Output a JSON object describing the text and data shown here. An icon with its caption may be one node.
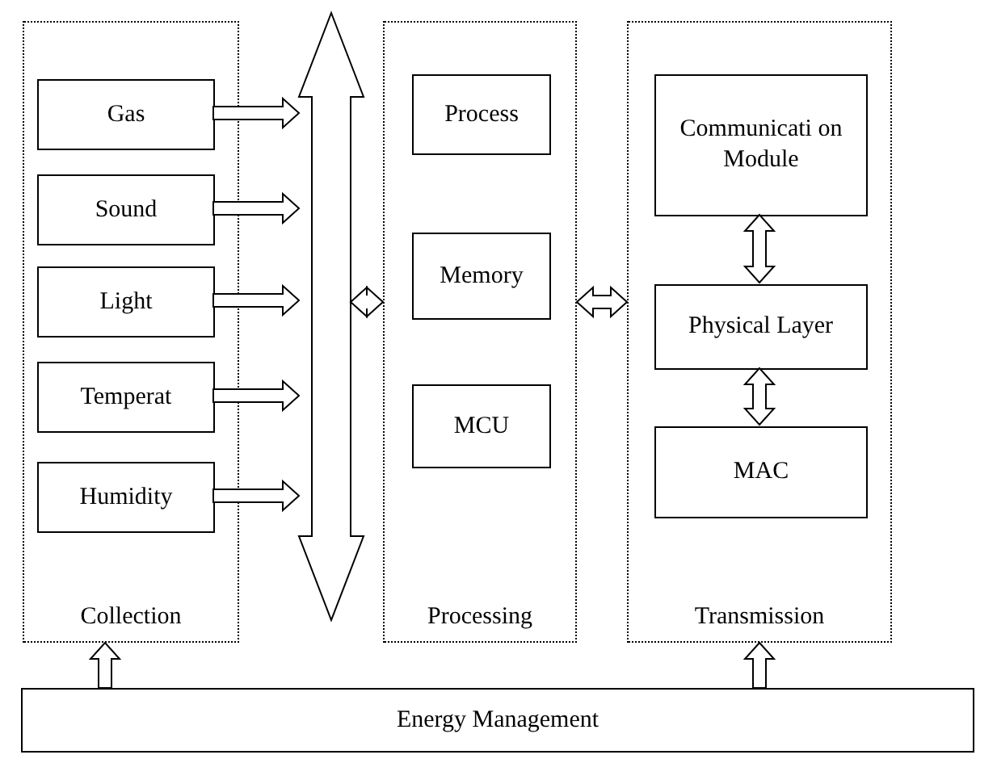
{
  "diagram": {
    "nodes": [
      {
        "text": [
          "Collection"
        ]
      },
      {
        "text": [
          "Gas"
        ],
        "in": 0
      },
      {
        "text": [
          "Sound"
        ],
        "in": 0
      },
      {
        "text": [
          "Light"
        ],
        "in": 0
      },
      {
        "text": [
          "Temperat"
        ],
        "in": 0
      },
      {
        "text": [
          "Humidity"
        ],
        "in": 0
      },
      {
        "text": [],
        "shape": "arrow"
      },
      {
        "text": [
          "Processing"
        ]
      },
      {
        "text": [
          "Process"
        ],
        "in": 7
      },
      {
        "text": [
          "Memory"
        ],
        "in": 7
      },
      {
        "text": [
          "MCU"
        ],
        "in": 7
      },
      {
        "text": [
          "Transmission"
        ]
      },
      {
        "text": [
          "Communicati on Module"
        ],
        "in": 11
      },
      {
        "text": [
          "Physical Layer"
        ],
        "in": 11
      },
      {
        "text": [
          "MAC"
        ],
        "in": 11
      },
      {
        "text": [
          "Energy Management"
        ]
      }
    ],
    "edges": [
      {
        "from": 1,
        "to": 6,
        "arrow": "to"
      },
      {
        "from": 2,
        "to": 6,
        "arrow": "to"
      },
      {
        "from": 3,
        "to": 6,
        "arrow": "to"
      },
      {
        "from": 4,
        "to": 6,
        "arrow": "to"
      },
      {
        "from": 5,
        "to": 6,
        "arrow": "to"
      },
      {
        "from": 6,
        "to": 7,
        "arrow": "both"
      },
      {
        "from": 7,
        "to": 11,
        "arrow": "both"
      },
      {
        "from": 12,
        "to": 13,
        "arrow": "both"
      },
      {
        "from": 13,
        "to": 14,
        "arrow": "both"
      },
      {
        "from": 15,
        "to": 0,
        "arrow": "to"
      },
      {
        "from": 15,
        "to": 11,
        "arrow": "to"
      }
    ]
  }
}
